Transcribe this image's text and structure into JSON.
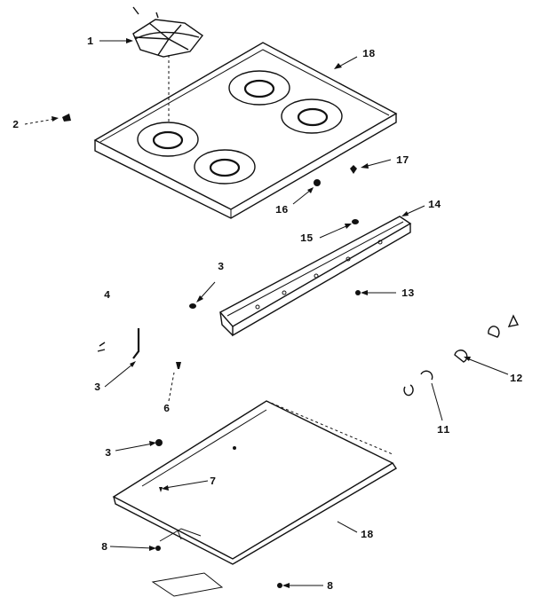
{
  "diagram": {
    "callouts": [
      {
        "id": "c1",
        "label": "1"
      },
      {
        "id": "c2",
        "label": "2"
      },
      {
        "id": "c3a",
        "label": "3"
      },
      {
        "id": "c3b",
        "label": "3"
      },
      {
        "id": "c3c",
        "label": "3"
      },
      {
        "id": "c4",
        "label": "4"
      },
      {
        "id": "c6",
        "label": "6"
      },
      {
        "id": "c7",
        "label": "7"
      },
      {
        "id": "c8a",
        "label": "8"
      },
      {
        "id": "c8b",
        "label": "8"
      },
      {
        "id": "c11",
        "label": "11"
      },
      {
        "id": "c12",
        "label": "12"
      },
      {
        "id": "c13",
        "label": "13"
      },
      {
        "id": "c14",
        "label": "14"
      },
      {
        "id": "c15",
        "label": "15"
      },
      {
        "id": "c16",
        "label": "16"
      },
      {
        "id": "c17",
        "label": "17"
      },
      {
        "id": "c18a",
        "label": "18"
      },
      {
        "id": "c18b",
        "label": "18"
      }
    ]
  }
}
